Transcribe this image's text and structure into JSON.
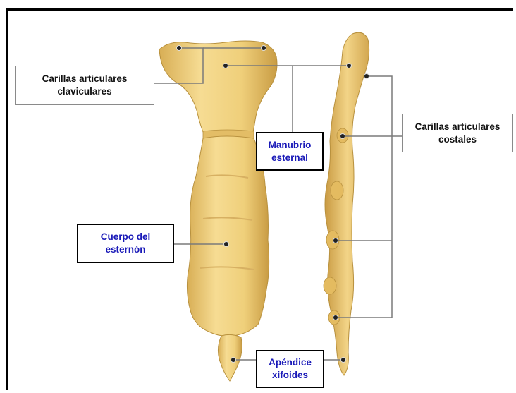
{
  "labels": {
    "clavicular_facets": "Carillas articulares\nclaviculares",
    "manubrium": "Manubrio\nesternal",
    "costal_facets": "Carillas articulares\ncostales",
    "body": "Cuerpo del\nesternón",
    "xiphoid": "Apéndice\nxifoides"
  },
  "colors": {
    "bone": "#f1d27e",
    "bone_shadow": "#c8a043",
    "bone_light": "#fbe9b6",
    "leader": "#7a7a7a",
    "label_blue": "#1a1ab8"
  }
}
